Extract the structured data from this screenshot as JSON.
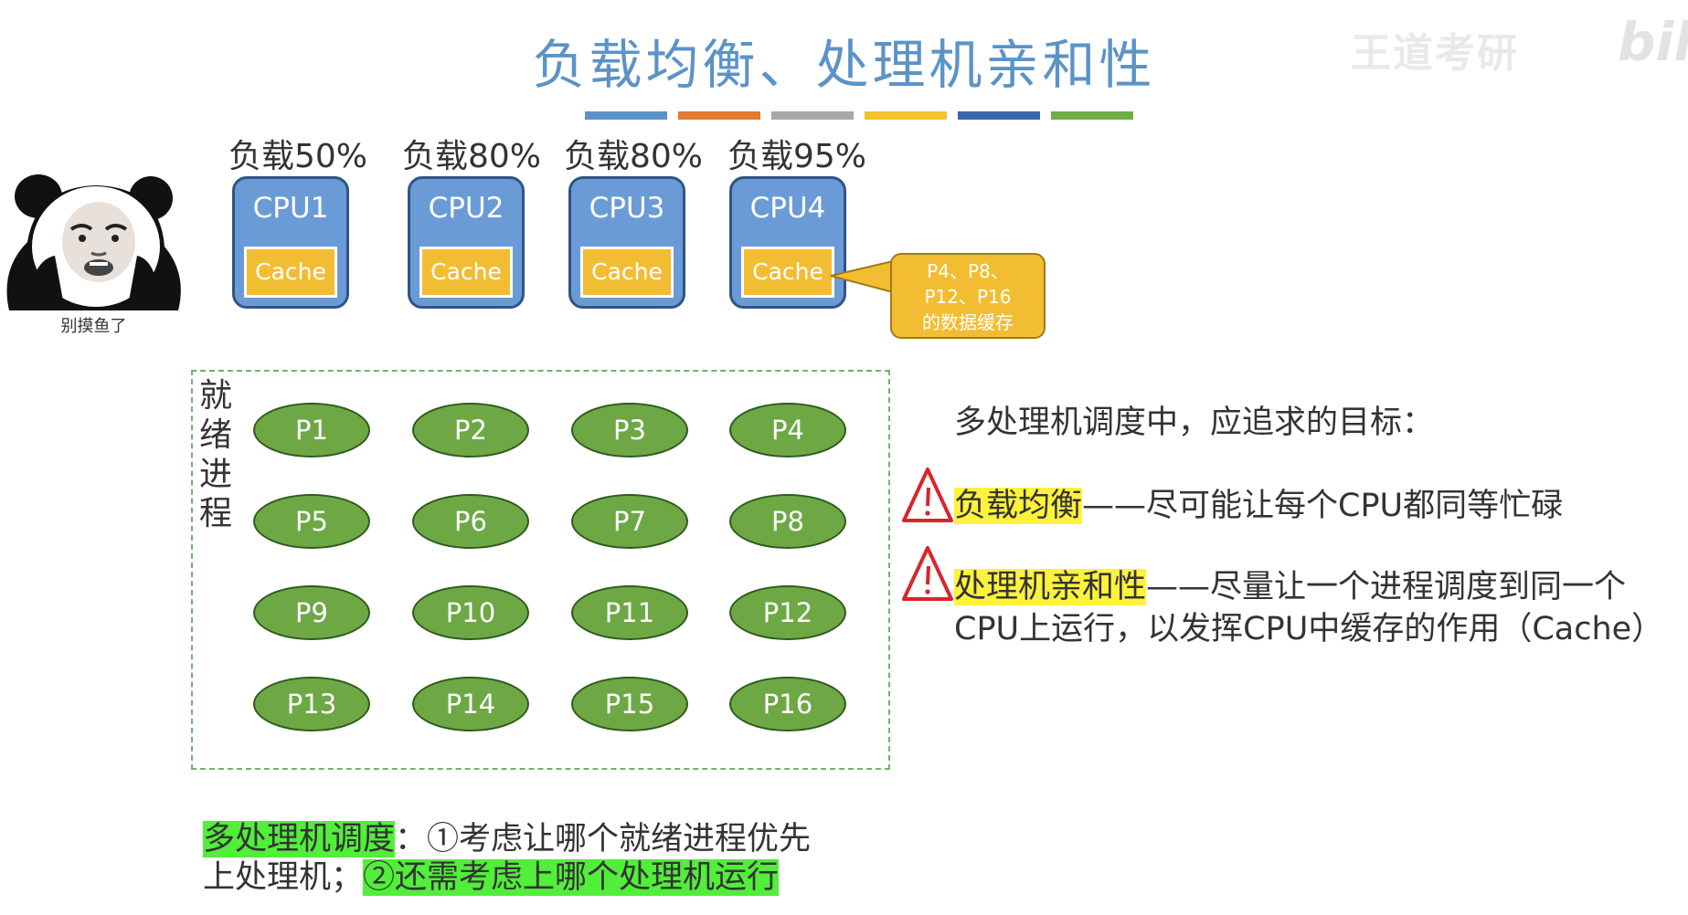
{
  "title": "负载均衡、处理机亲和性",
  "watermark": "王道考研",
  "platform_logo": "bili",
  "color_bars": [
    "#5b93c8",
    "#e07b30",
    "#a7a7a7",
    "#f4c230",
    "#3a64b0",
    "#6fad47"
  ],
  "meme_caption": "别摸鱼了",
  "cpus": [
    {
      "load": "负载50%",
      "name": "CPU1",
      "cache": "Cache"
    },
    {
      "load": "负载80%",
      "name": "CPU2",
      "cache": "Cache"
    },
    {
      "load": "负载80%",
      "name": "CPU3",
      "cache": "Cache"
    },
    {
      "load": "负载95%",
      "name": "CPU4",
      "cache": "Cache"
    }
  ],
  "callout": {
    "lines": [
      "P4、P8、",
      "P12、P16",
      "的数据缓存"
    ]
  },
  "ready_label": [
    "就",
    "绪",
    "进",
    "程"
  ],
  "processes": [
    "P1",
    "P2",
    "P3",
    "P4",
    "P5",
    "P6",
    "P7",
    "P8",
    "P9",
    "P10",
    "P11",
    "P12",
    "P13",
    "P14",
    "P15",
    "P16"
  ],
  "goals": {
    "title": "多处理机调度中，应追求的目标：",
    "load_balance": {
      "term": "负载均衡",
      "desc": "——尽可能让每个CPU都同等忙碌"
    },
    "affinity": {
      "term": "处理机亲和性",
      "desc_line1": "——尽量让一个进程调度到同一个",
      "desc_line2": "CPU上运行，以发挥CPU中缓存的作用（Cache）"
    }
  },
  "bottom": {
    "term": "多处理机调度",
    "part1": "：①考虑让哪个就绪进程优先",
    "part2": "上处理机；",
    "part3": "②还需考虑上哪个处理机运行"
  },
  "colors": {
    "title": "#5b93c8",
    "cpu_fill": "#6b9bd6",
    "cache_fill": "#f3bd33",
    "process_fill": "#6ea845",
    "highlight_yellow": "#fff23b",
    "highlight_green": "#51ee3a"
  }
}
